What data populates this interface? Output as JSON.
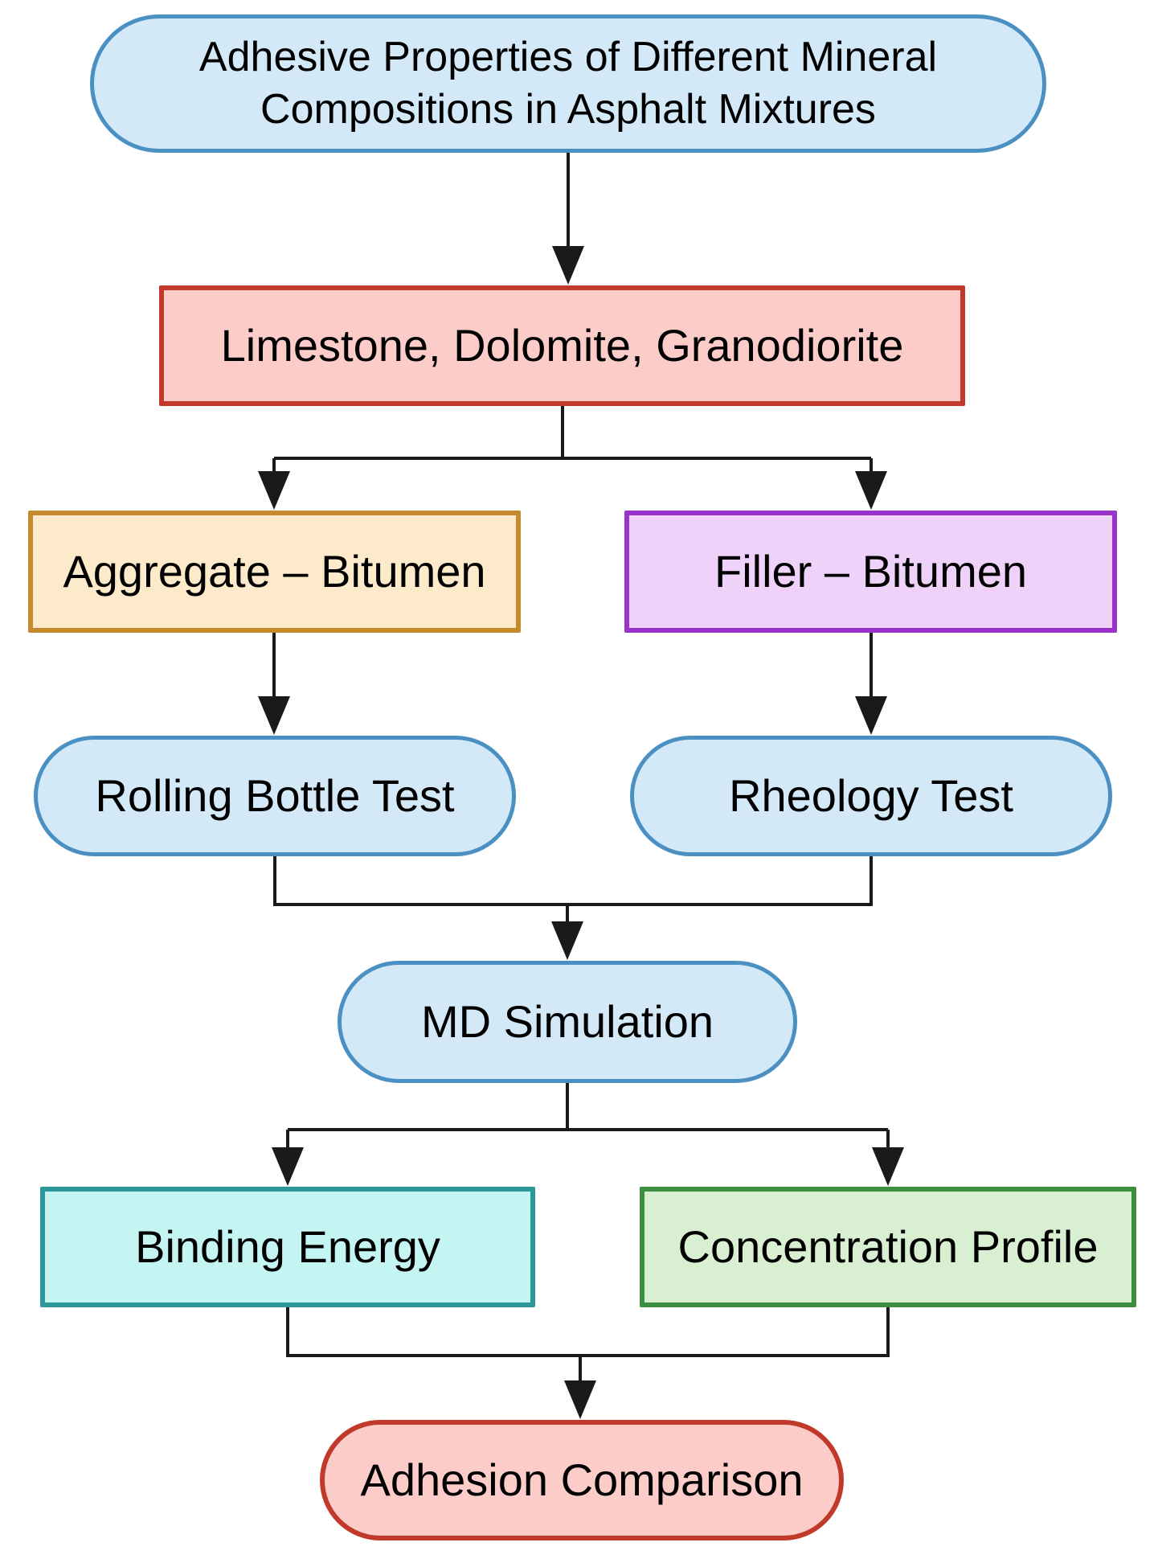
{
  "diagram": {
    "background": "#ffffff",
    "nodes": [
      {
        "id": "title",
        "label": "Adhesive Properties of Different Mineral Compositions in Asphalt Mixtures",
        "shape": "stadium",
        "palette": "blue"
      },
      {
        "id": "minerals",
        "label": "Limestone, Dolomite, Granodiorite",
        "shape": "rect",
        "palette": "red"
      },
      {
        "id": "aggregate-bitumen",
        "label": "Aggregate – Bitumen",
        "shape": "rect",
        "palette": "orange"
      },
      {
        "id": "filler-bitumen",
        "label": "Filler – Bitumen",
        "shape": "rect",
        "palette": "purple"
      },
      {
        "id": "rolling-bottle-test",
        "label": "Rolling Bottle Test",
        "shape": "stadium",
        "palette": "blue"
      },
      {
        "id": "rheology-test",
        "label": "Rheology Test",
        "shape": "stadium",
        "palette": "blue"
      },
      {
        "id": "md-simulation",
        "label": "MD Simulation",
        "shape": "stadium",
        "palette": "blue"
      },
      {
        "id": "binding-energy",
        "label": "Binding Energy",
        "shape": "rect",
        "palette": "cyan"
      },
      {
        "id": "concentration-profile",
        "label": "Concentration Profile",
        "shape": "rect",
        "palette": "green"
      },
      {
        "id": "adhesion-comparison",
        "label": "Adhesion Comparison",
        "shape": "stadium",
        "palette": "red"
      }
    ],
    "edges": [
      {
        "from": "title",
        "to": "minerals"
      },
      {
        "from": "minerals",
        "to": "aggregate-bitumen"
      },
      {
        "from": "minerals",
        "to": "filler-bitumen"
      },
      {
        "from": "aggregate-bitumen",
        "to": "rolling-bottle-test"
      },
      {
        "from": "filler-bitumen",
        "to": "rheology-test"
      },
      {
        "from": "rolling-bottle-test",
        "to": "md-simulation"
      },
      {
        "from": "rheology-test",
        "to": "md-simulation"
      },
      {
        "from": "md-simulation",
        "to": "binding-energy"
      },
      {
        "from": "md-simulation",
        "to": "concentration-profile"
      },
      {
        "from": "binding-energy",
        "to": "adhesion-comparison"
      },
      {
        "from": "concentration-profile",
        "to": "adhesion-comparison"
      }
    ]
  },
  "colors": {
    "page-bg": "#ffffff",
    "line": "#1a1a1a",
    "blue-fill": "#d3e9f7",
    "blue-border": "#4a90c2",
    "red-fill": "#fccdc8",
    "red-border": "#c0392b",
    "orange-fill": "#fdeaca",
    "orange-border": "#c68a2e",
    "purple-fill": "#eed2fa",
    "purple-border": "#9933cc",
    "cyan-fill": "#c4f5f3",
    "cyan-border": "#2d9899",
    "green-fill": "#d9efd1",
    "green-border": "#3e8e41"
  }
}
